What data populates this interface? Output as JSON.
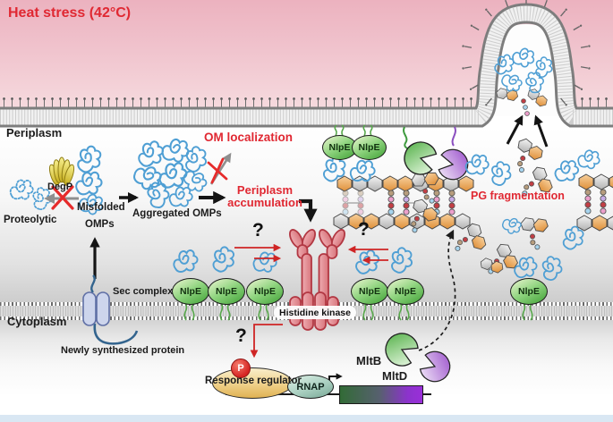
{
  "banner": {
    "heat_stress": "Heat stress (42°C)"
  },
  "compartments": {
    "periplasm": "Periplasm",
    "cytoplasm": "Cytoplasm"
  },
  "pathway_labels": {
    "om_localization": "OM localization",
    "periplasm_accumulation_line1": "Periplasm",
    "periplasm_accumulation_line2": "accumulation",
    "pg_fragmentation": "PG fragmentation",
    "proteolytic": "Proteolytic",
    "misfolded_line1": "Misfolded",
    "misfolded_line2": "OMPs",
    "aggregated_omps": "Aggregated OMPs",
    "degp": "DegP",
    "sec_complex": "Sec complex",
    "newly_synthesized_protein": "Newly synthesized protein",
    "histidine_kinase": "Histidine kinase",
    "response_regulator": "Response regulator",
    "rnap": "RNAP",
    "mltb": "MltB",
    "mltd": "MltD",
    "phospho_p": "P",
    "question_mark": "?"
  },
  "proteins": {
    "nlpe_label": "NlpE"
  },
  "colors": {
    "heat_red": "#e02832",
    "bg_pink": "#f0c3cd",
    "omp_blue": "#4f9fd4",
    "nlpe_green": "#6cbf5a",
    "kinase_pink": "#e2888d",
    "degp_yellow": "#e6d23e",
    "pg_orange": "#eda95e",
    "pg_gray": "#c9c9c9",
    "mltb_green": "#5cb44e",
    "mltd_purple": "#9a4ecb",
    "gene_green": "#326b36",
    "gene_purple": "#9a2fd9",
    "response_regulator_tan": "#efd089",
    "rnap_teal": "#a9cfc0",
    "sec_lavender": "#cdd5ec",
    "membrane_gray": "#7d7d7d"
  }
}
